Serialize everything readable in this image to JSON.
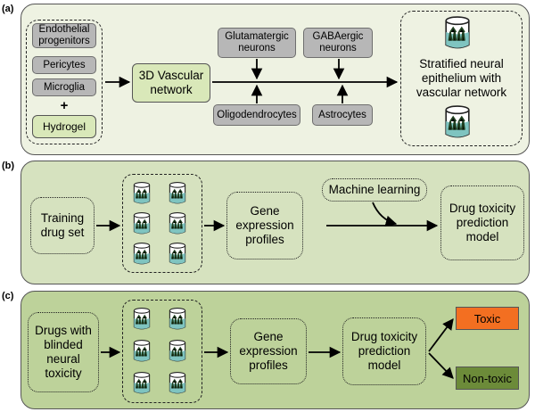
{
  "panel_a": {
    "label": "(a)",
    "cell_types": [
      "Endothelial progenitors",
      "Pericytes",
      "Microglia"
    ],
    "plus": "+",
    "hydrogel": "Hydrogel",
    "network": "3D Vascular network",
    "top_inputs": [
      "Glutamatergic neurons",
      "GABAergic neurons"
    ],
    "bottom_inputs": [
      "Oligodendrocytes",
      "Astrocytes"
    ],
    "result": "Stratified neural epithelium with vascular network"
  },
  "panel_b": {
    "label": "(b)",
    "training": "Training drug set",
    "gene": "Gene expression profiles",
    "ml": "Machine learning",
    "model": "Drug toxicity prediction model"
  },
  "panel_c": {
    "label": "(c)",
    "drugs": "Drugs with blinded neural toxicity",
    "gene": "Gene expression profiles",
    "model": "Drug toxicity prediction model",
    "toxic": "Toxic",
    "nontoxic": "Non-toxic"
  },
  "colors": {
    "panel_a_bg": "#eef2e2",
    "panel_b_bg": "#d6e2bf",
    "panel_c_bg": "#bdd29a",
    "cell_box": "#b7b7b7",
    "green_box": "#d9e8b9",
    "toxic": "#f36f21",
    "nontoxic": "#6c8b39"
  },
  "icons": [
    "beaker-icon",
    "arrow-icon"
  ]
}
